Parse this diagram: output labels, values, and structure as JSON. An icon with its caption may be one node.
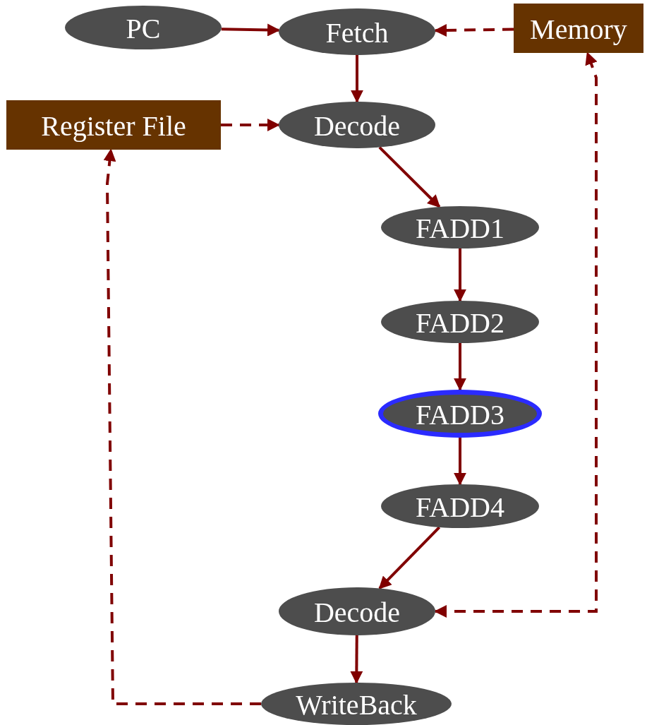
{
  "diagram": {
    "nodes": [
      {
        "text": [
          "PC"
        ]
      },
      {
        "text": [
          "Fetch"
        ]
      },
      {
        "text": [
          "Memory"
        ]
      },
      {
        "text": [
          "Register File"
        ]
      },
      {
        "text": [
          "Decode"
        ]
      },
      {
        "text": [
          "FADD1"
        ]
      },
      {
        "text": [
          "FADD2"
        ]
      },
      {
        "text": [
          "FADD3"
        ]
      },
      {
        "text": [
          "FADD4"
        ]
      },
      {
        "text": [
          "Decode"
        ]
      },
      {
        "text": [
          "WriteBack"
        ]
      }
    ],
    "edges": [
      {
        "from": 0,
        "to": 1,
        "arrow": "to"
      },
      {
        "from": 2,
        "to": 1,
        "arrow": "to",
        "style": "dashed"
      },
      {
        "from": 1,
        "to": 4,
        "arrow": "to"
      },
      {
        "from": 3,
        "to": 4,
        "arrow": "to",
        "style": "dashed"
      },
      {
        "from": 4,
        "to": 5,
        "arrow": "to"
      },
      {
        "from": 5,
        "to": 6,
        "arrow": "to"
      },
      {
        "from": 6,
        "to": 7,
        "arrow": "to"
      },
      {
        "from": 7,
        "to": 8,
        "arrow": "to"
      },
      {
        "from": 8,
        "to": 9,
        "arrow": "to"
      },
      {
        "from": 9,
        "to": 2,
        "arrow": "both",
        "style": "dashed"
      },
      {
        "from": 9,
        "to": 10,
        "arrow": "to"
      },
      {
        "from": 10,
        "to": 3,
        "arrow": "to",
        "style": "dashed"
      }
    ]
  }
}
